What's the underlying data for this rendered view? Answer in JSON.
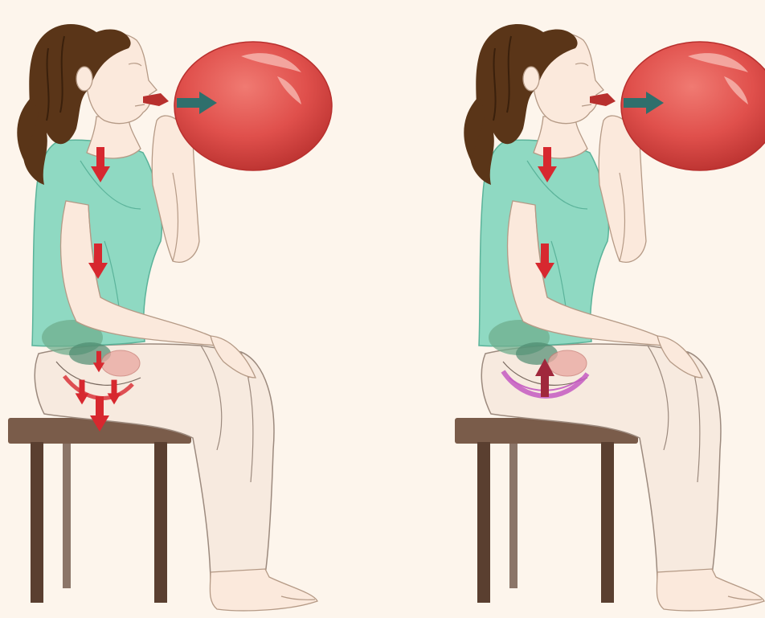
{
  "colors": {
    "background": "#fdf5ec",
    "hair": "#5a3518",
    "skin": "#fbe9dc",
    "skin_outline": "#b59a86",
    "shirt": "#8fd9c2",
    "shirt_outline": "#5bb39a",
    "trousers": "#f7eadf",
    "trousers_outline": "#9c8a7e",
    "stool": "#5a3f30",
    "stool_top": "#7a5c4a",
    "balloon": "#e0504c",
    "balloon_dark": "#b8302e",
    "balloon_highlight": "#f6b3ab",
    "arrow_air": "#2f6f6c",
    "arrow_down": "#d7282f",
    "arrow_up": "#a0283c",
    "pelvic_floor": "#c45bc2",
    "organs": "#6fae8e"
  },
  "panels": [
    {
      "name": "left",
      "pelvic_floor_state": "lowered",
      "arrows": [
        "air-out",
        "chest-down",
        "abdomen-down",
        "pelvis-down",
        "pelvis-down-left",
        "pelvis-down-right"
      ]
    },
    {
      "name": "right",
      "pelvic_floor_state": "lifted",
      "arrows": [
        "air-out",
        "chest-down",
        "abdomen-down",
        "pelvis-up"
      ]
    }
  ]
}
